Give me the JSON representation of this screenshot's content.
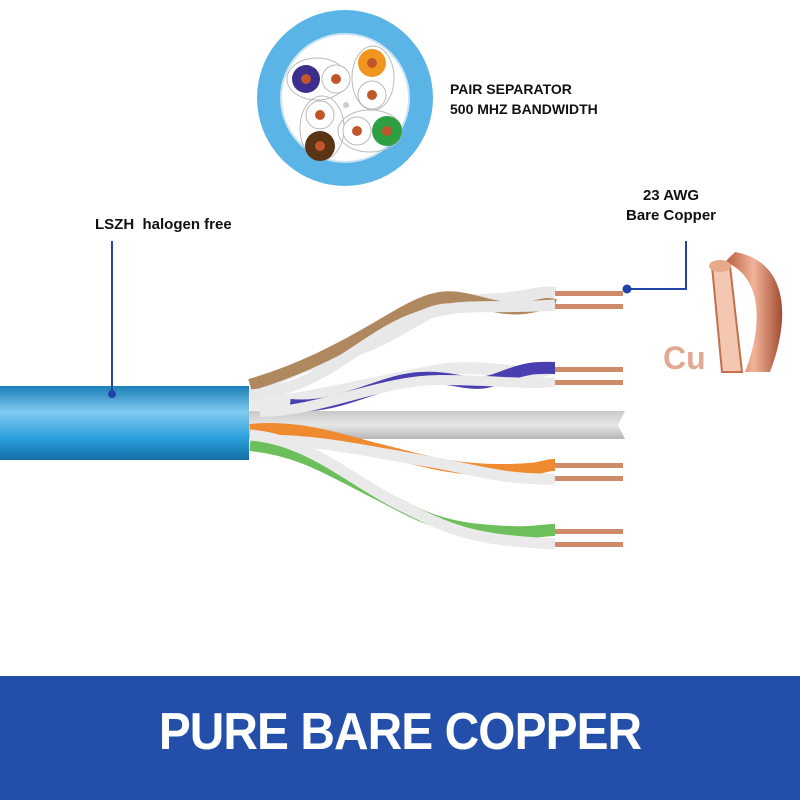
{
  "diagram": {
    "cross_section": {
      "title_lines": [
        "PAIR SEPARATOR",
        "500 MHZ BANDWIDTH"
      ],
      "pairs": [
        {
          "color_name": "blue",
          "color": "#3b2e8c"
        },
        {
          "color_name": "orange",
          "color": "#f0961e"
        },
        {
          "color_name": "brown",
          "color": "#5a3414"
        },
        {
          "color_name": "green",
          "color": "#2ea043"
        }
      ],
      "jacket_color": "#5ab4e6"
    },
    "callouts": {
      "conductor": [
        "23 AWG",
        "Bare Copper"
      ],
      "jacket": "LSZH  halogen free",
      "element_symbol": "Cu"
    },
    "cable": {
      "jacket_color": "#1e96d2",
      "pairs": [
        {
          "name": "brown",
          "color": "#b08860"
        },
        {
          "name": "blue",
          "color": "#4a3fb0"
        },
        {
          "name": "orange",
          "color": "#f08a30"
        },
        {
          "name": "green",
          "color": "#6cbf5a"
        }
      ],
      "copper_color": "#cf8a6a"
    },
    "banner": {
      "text": "PURE BARE COPPER",
      "background": "#234faa"
    }
  }
}
